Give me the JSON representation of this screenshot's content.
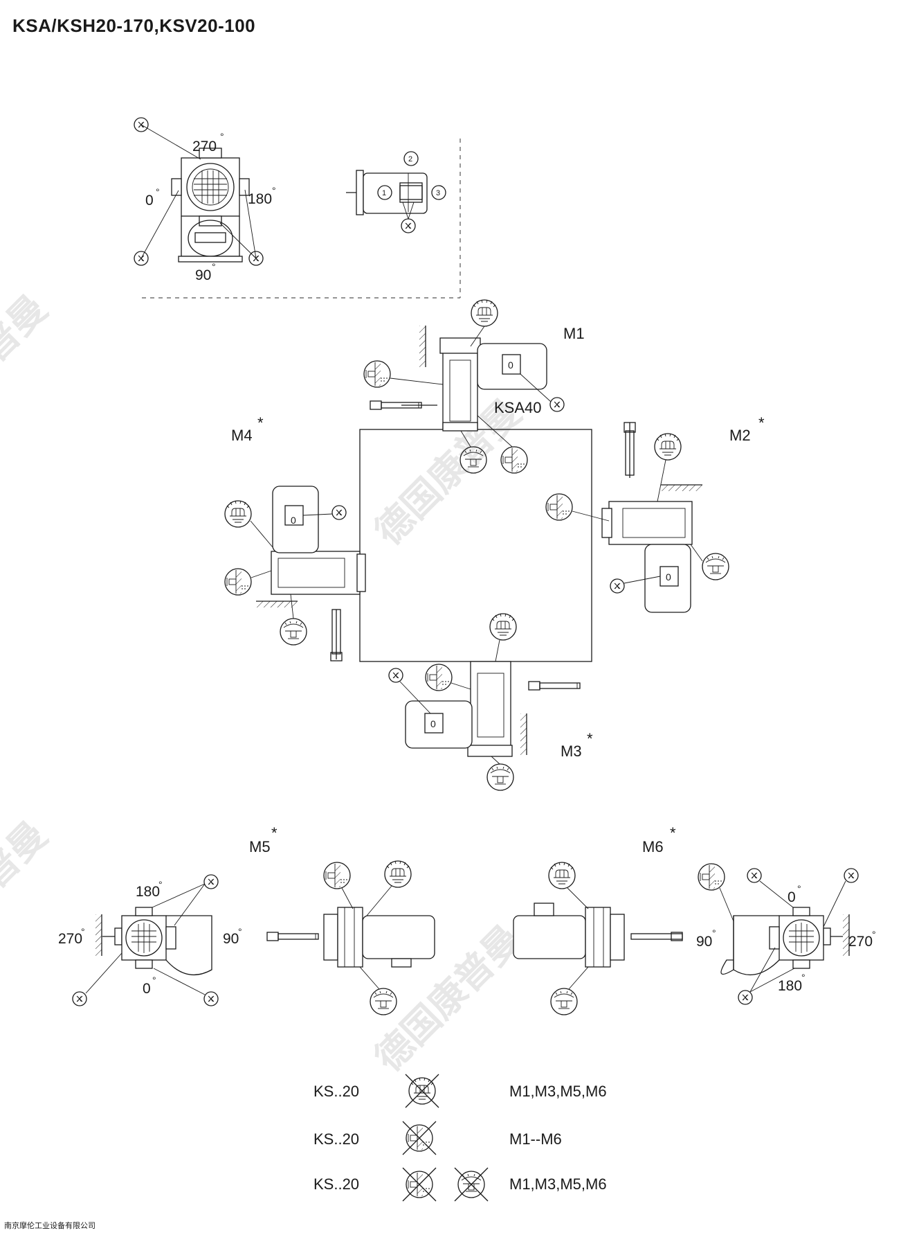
{
  "title": "KSA/KSH20-170,KSV20-100",
  "positions": {
    "m1": "M1",
    "m2": "M2",
    "m3": "M3",
    "m4": "M4",
    "m5": "M5",
    "m6": "M6",
    "star": "*",
    "center_label": "KSA40"
  },
  "terminal_box": {
    "angle_270": "270",
    "angle_0": "0",
    "angle_180": "180",
    "angle_90": "90",
    "degree": "°",
    "cable_1": "1",
    "cable_2": "2",
    "cable_3": "3",
    "x_mark": "X",
    "box_zero": "0"
  },
  "legend": {
    "rows": [
      {
        "model": "KS..20",
        "applies": "M1,M3,M5,M6"
      },
      {
        "model": "KS..20",
        "applies": "M1--M6"
      },
      {
        "model": "KS..20",
        "applies": "M1,M3,M5,M6"
      }
    ]
  },
  "watermark": "德国康普曼",
  "footer": "南京摩伦工业设备有限公司"
}
